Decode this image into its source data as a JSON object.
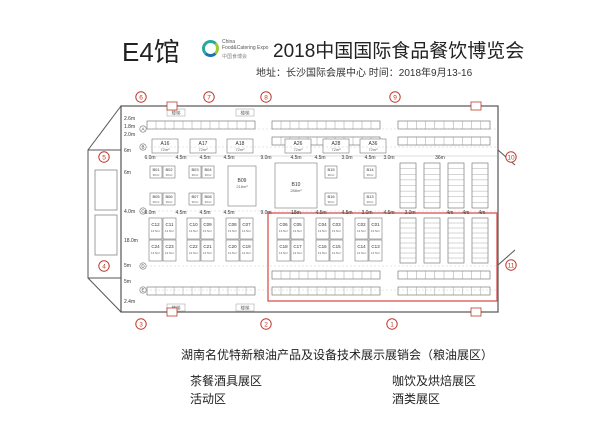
{
  "header": {
    "hall_name": "E4馆",
    "logo_line1": "China",
    "logo_line2": "Food&Catering Expo",
    "logo_sub": "中国食博会",
    "title": "2018中国国际食品餐饮博览会",
    "info": "地址：长沙国际会展中心 时间：2018年9月13-16"
  },
  "doors": [
    "6",
    "7",
    "8",
    "9",
    "10",
    "11",
    "1",
    "2",
    "3",
    "4",
    "5"
  ],
  "row_labels": [
    "A",
    "B",
    "C",
    "D",
    "E"
  ],
  "left_dims": [
    "2.6m",
    "1.8m",
    "2.0m",
    "6m",
    "6m",
    "4.0m",
    "18.0m",
    "5m",
    "5m",
    "2.4m"
  ],
  "h_dims": [
    "6.0m",
    "4.5m",
    "4.5m",
    "4.5m",
    "9.0m",
    "4.5m",
    "4.5m",
    "3.0m",
    "4.5m",
    "3.0m",
    "36m",
    "18m",
    "4m",
    "4m",
    "4m"
  ],
  "booths_top": [
    {
      "id": "A16",
      "area": "72m²"
    },
    {
      "id": "A17",
      "area": "72m²"
    },
    {
      "id": "A18",
      "area": "72m²"
    },
    {
      "id": "A26",
      "area": "72m²"
    },
    {
      "id": "A28",
      "area": "72m²"
    },
    {
      "id": "A36",
      "area": "72m²"
    }
  ],
  "booths_mid": [
    {
      "id": "B01",
      "area": "36m²"
    },
    {
      "id": "B02",
      "area": "36m²"
    },
    {
      "id": "B03",
      "area": "36m²"
    },
    {
      "id": "B04",
      "area": "36m²"
    },
    {
      "id": "B05",
      "area": "36m²"
    },
    {
      "id": "B06",
      "area": "36m²"
    },
    {
      "id": "B07",
      "area": "36m²"
    },
    {
      "id": "B08",
      "area": "36m²"
    },
    {
      "id": "B09",
      "area": "216m²"
    },
    {
      "id": "B10",
      "area": "288m²"
    },
    {
      "id": "B15",
      "area": "36m²"
    },
    {
      "id": "B16",
      "area": "36m²"
    },
    {
      "id": "B14",
      "area": "36m²"
    },
    {
      "id": "B13",
      "area": "36m²"
    }
  ],
  "booths_c_left": [
    {
      "id": "C12",
      "area": "13.5m²"
    },
    {
      "id": "C11",
      "area": "13.5m²"
    },
    {
      "id": "C10",
      "area": "13.5m²"
    },
    {
      "id": "C09",
      "area": "13.5m²"
    },
    {
      "id": "C08",
      "area": "13.5m²"
    },
    {
      "id": "C07",
      "area": "13.5m²"
    },
    {
      "id": "C24",
      "area": "13.5m²"
    },
    {
      "id": "C23",
      "area": "13.5m²"
    },
    {
      "id": "C22",
      "area": "13.5m²"
    },
    {
      "id": "C21",
      "area": "13.5m²"
    },
    {
      "id": "C20",
      "area": "13.5m²"
    },
    {
      "id": "C19",
      "area": "13.5m²"
    }
  ],
  "booths_c_right": [
    {
      "id": "C06",
      "area": "13.5m²"
    },
    {
      "id": "C05",
      "area": "13.5m²"
    },
    {
      "id": "C04",
      "area": "13.5m²"
    },
    {
      "id": "C03",
      "area": "13.5m²"
    },
    {
      "id": "C02",
      "area": "13.5m²"
    },
    {
      "id": "C01",
      "area": "13.5m²"
    },
    {
      "id": "C18",
      "area": "13.5m²"
    },
    {
      "id": "C17",
      "area": "13.5m²"
    },
    {
      "id": "C16",
      "area": "13.5m²"
    },
    {
      "id": "C15",
      "area": "13.5m²"
    },
    {
      "id": "C14",
      "area": "13.5m²"
    },
    {
      "id": "C13",
      "area": "13.5m²"
    }
  ],
  "stairs_label": "楼梯",
  "legend": {
    "oil_zone": "湖南名优特新粮油产品及设备技术展示展销会（粮油展区）",
    "tea": "茶餐酒具展区",
    "coffee": "咖饮及烘焙展区",
    "activity": "活动区",
    "wine": "酒类展区"
  },
  "colors": {
    "door": "#c0392b",
    "outline": "#555555",
    "highlight": "#d9534f"
  }
}
